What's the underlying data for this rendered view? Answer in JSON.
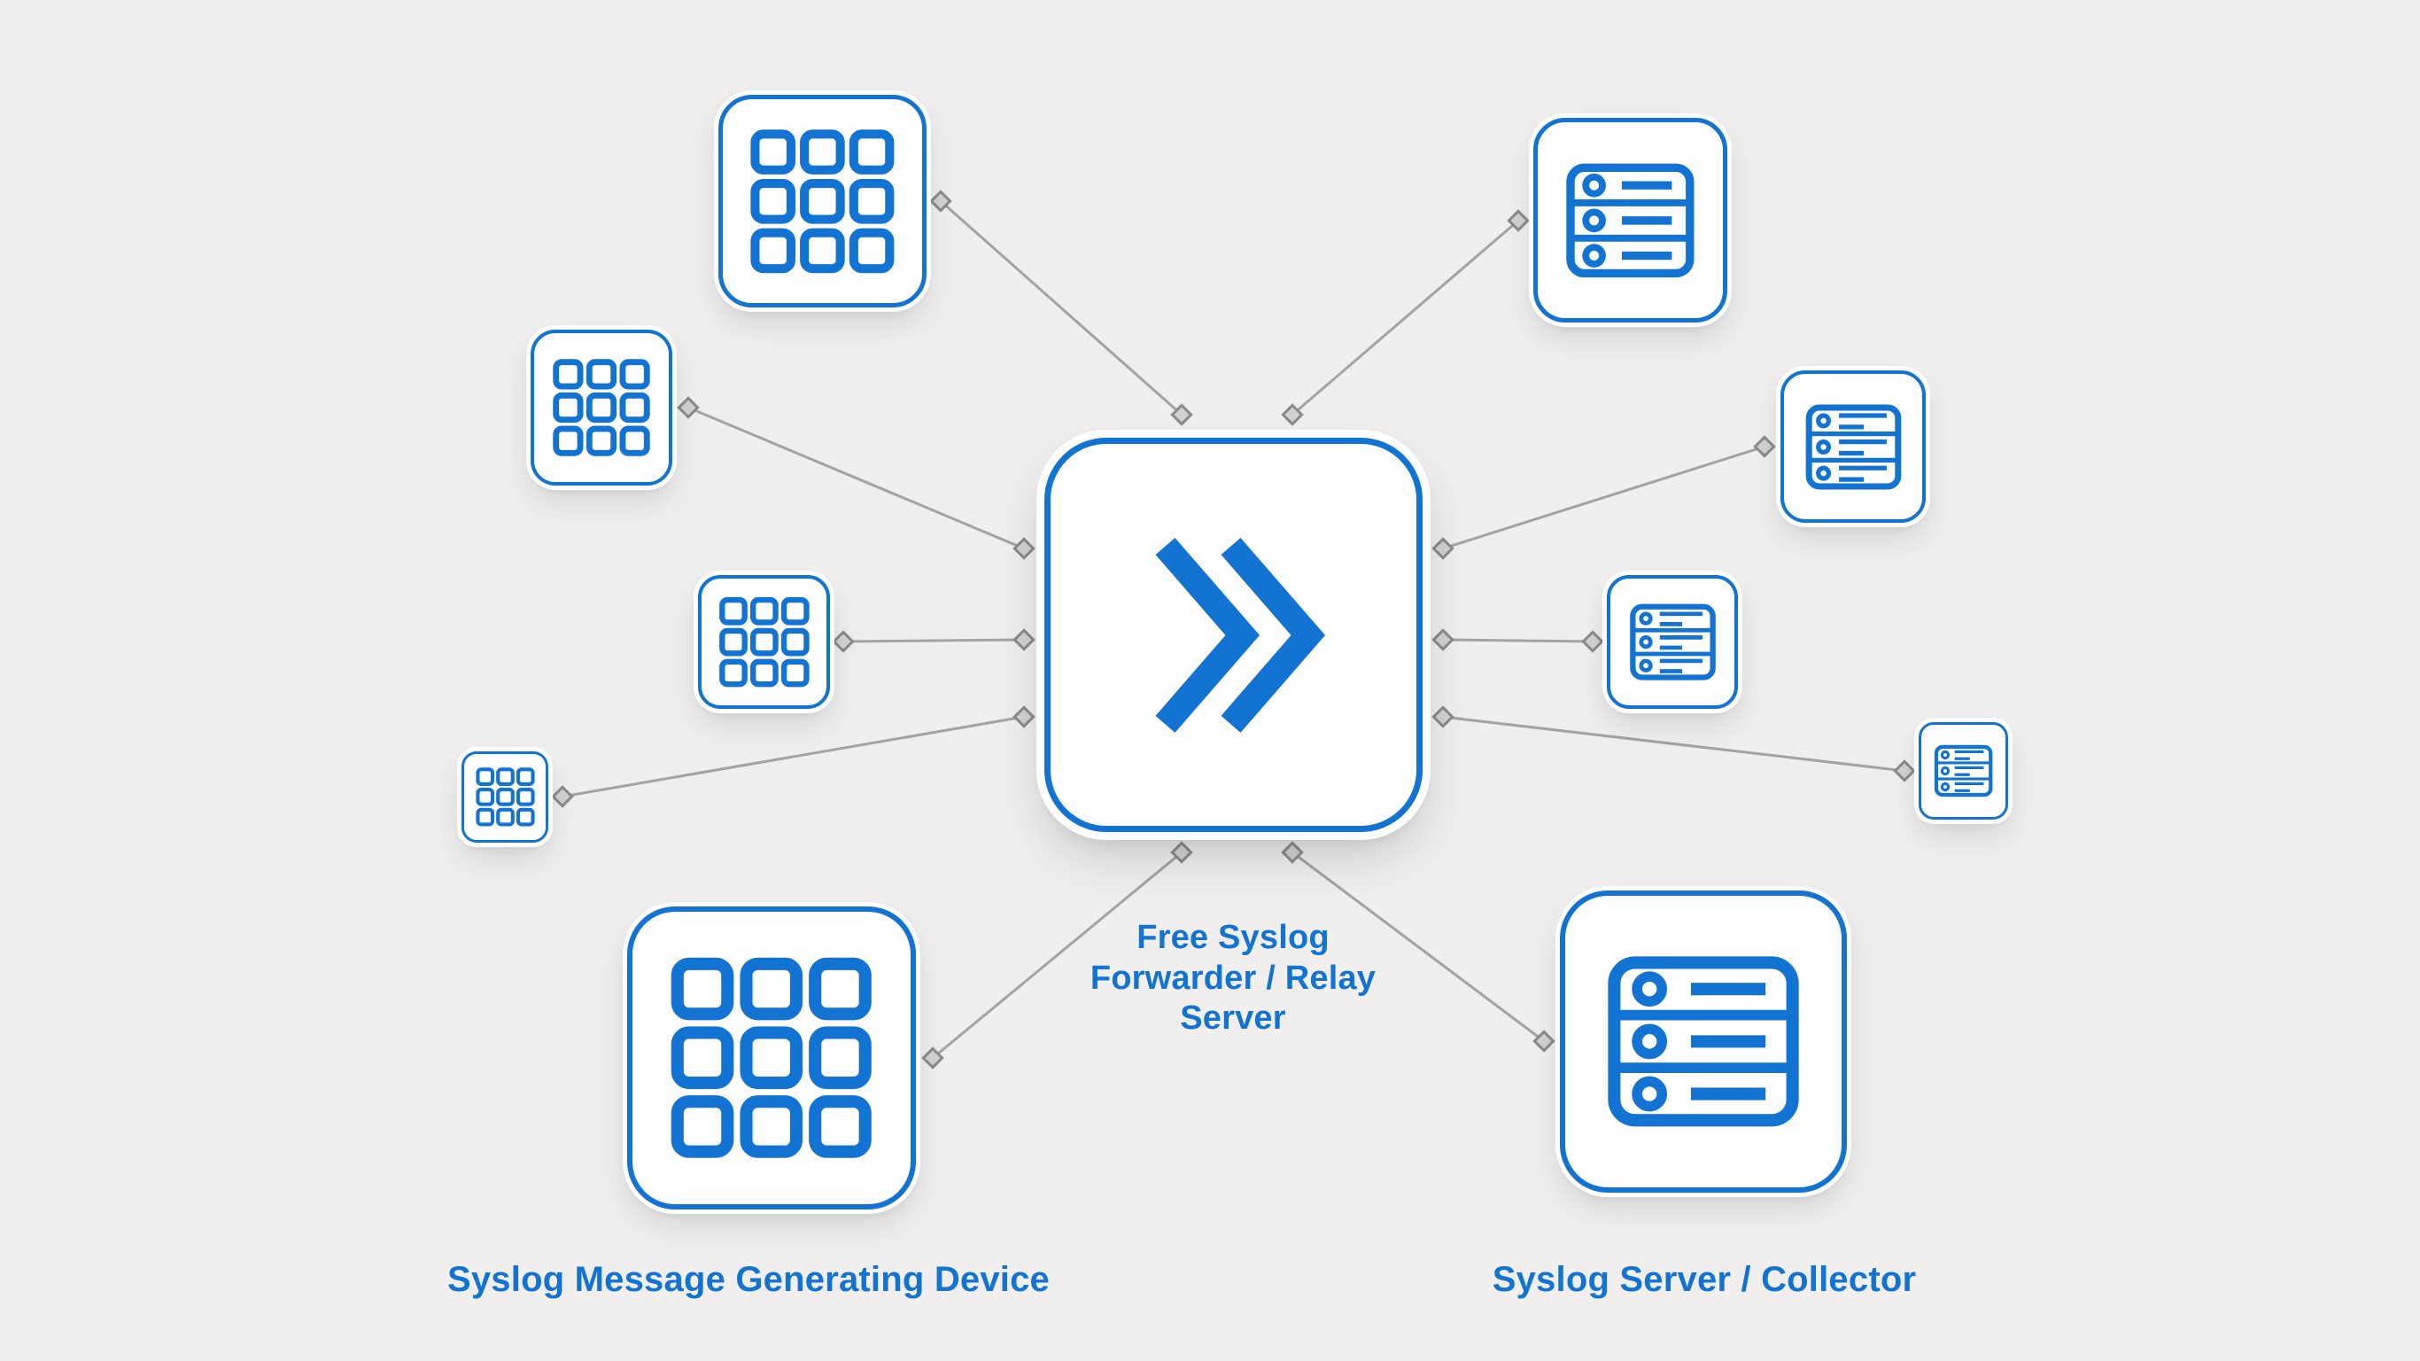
{
  "diagram": {
    "type": "network-topology",
    "description": "Syslog devices forwarding messages through a relay server to collectors"
  },
  "labels": {
    "hub": "Free Syslog\nForwarder / Relay\nServer",
    "left_group": "Syslog Message Generating Device",
    "right_group": "Syslog Server / Collector"
  },
  "icons": {
    "device": "grid-device-icon",
    "collector": "server-rack-icon",
    "hub": "double-chevron-forward-icon",
    "connector": "diamond-connector-icon"
  },
  "colors": {
    "accent_blue": "#1273d3",
    "background": "#f0efee",
    "wire_gray": "#a3a3a3",
    "connector_fill": "#d2d2d2",
    "connector_stroke": "#8a8a8a"
  },
  "counts": {
    "generating_devices": 5,
    "collectors": 5
  }
}
